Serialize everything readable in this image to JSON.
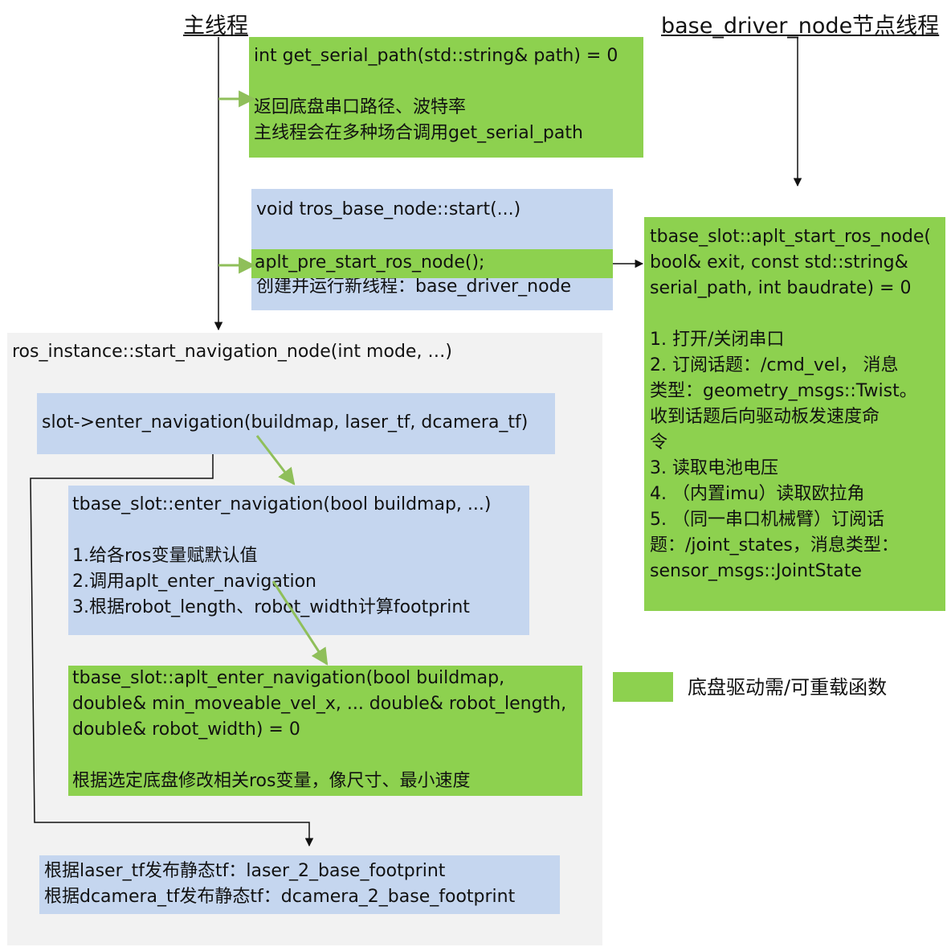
{
  "titles": {
    "main_thread": "主线程",
    "driver_thread": "base_driver_node节点线程"
  },
  "get_serial_path": {
    "lines": [
      "int get_serial_path(std::string& path) = 0",
      "",
      "返回底盘串口路径、波特率",
      "主线程会在多种场合调用get_serial_path"
    ]
  },
  "start_block": {
    "line1": "void tros_base_node::start(...)",
    "line2": "aplt_pre_start_ros_node();",
    "line3": "创建并运行新线程：base_driver_node"
  },
  "start_ros_node": {
    "lines": [
      "tbase_slot::aplt_start_ros_node(",
      "bool& exit, const std::string&",
      "serial_path, int baudrate) = 0",
      "",
      "1. 打开/关闭串口",
      "2. 订阅话题：/cmd_vel，  消息",
      "类型：geometry_msgs::Twist。",
      "收到话题后向驱动板发速度命",
      "令",
      "3. 读取电池电压",
      "4. （内置imu）读取欧拉角",
      "5. （同一串口机械臂）订阅话",
      "题：/joint_states，消息类型：",
      "sensor_msgs::JointState"
    ]
  },
  "nav_container": {
    "title": "ros_instance::start_navigation_node(int mode, …)"
  },
  "enter_nav_call": {
    "text": "slot->enter_navigation(buildmap, laser_tf, dcamera_tf)"
  },
  "enter_nav": {
    "lines": [
      "tbase_slot::enter_navigation(bool buildmap, ...)",
      "",
      "1.给各ros变量赋默认值",
      "2.调用aplt_enter_navigation",
      "3.根据robot_length、robot_width计算footprint"
    ]
  },
  "aplt_enter_nav": {
    "lines": [
      "tbase_slot::aplt_enter_navigation(bool buildmap,",
      "double& min_moveable_vel_x, ... double& robot_length,",
      "double& robot_width) = 0",
      "",
      "根据选定底盘修改相关ros变量，像尺寸、最小速度"
    ]
  },
  "static_tf": {
    "lines": [
      "根据laser_tf发布静态tf：laser_2_base_footprint",
      "根据dcamera_tf发布静态tf：dcamera_2_base_footprint"
    ]
  },
  "legend": {
    "label": "底盘驱动需/可重载函数",
    "color": "#8dd14f"
  },
  "colors": {
    "green": "#8dd14f",
    "blue": "#c5d6ef",
    "gray": "#f2f2f2",
    "arrow_green": "#8fbf5a"
  }
}
